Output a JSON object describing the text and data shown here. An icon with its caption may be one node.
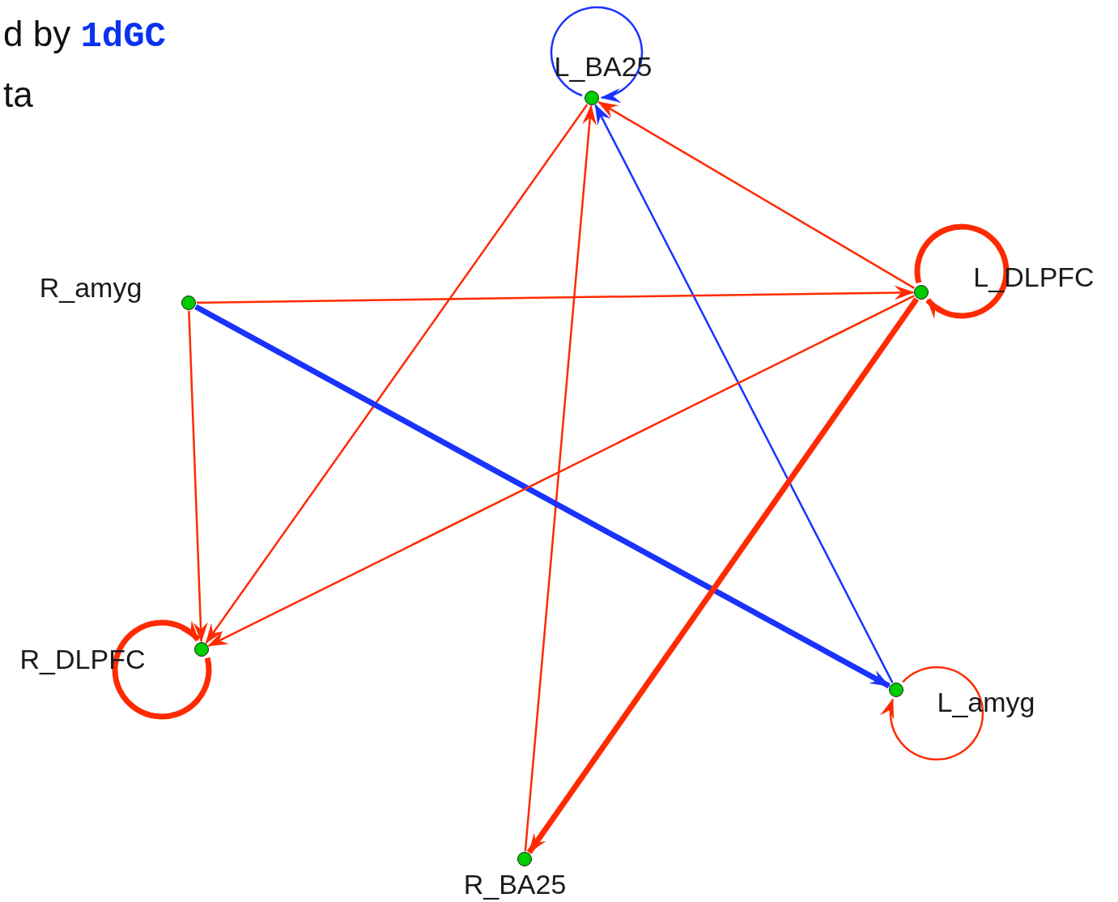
{
  "diagram": {
    "nodes": [
      {
        "text": [],
        "shape": "circle",
        "beside": [
          "L_BA25"
        ]
      },
      {
        "text": [],
        "shape": "circle",
        "beside": [
          "R_amyg"
        ]
      },
      {
        "text": [],
        "shape": "circle",
        "beside": [
          "L_DLPFC"
        ]
      },
      {
        "text": [],
        "shape": "circle",
        "beside": [
          "R_DLPFC"
        ]
      },
      {
        "text": [],
        "shape": "circle",
        "beside": [
          "L_amyg"
        ]
      },
      {
        "text": [],
        "shape": "circle",
        "beside": [
          "R_BA25"
        ]
      }
    ],
    "edges": [
      {
        "from": 0,
        "to": 0,
        "arrow": "to",
        "color": "#1a33ff"
      },
      {
        "from": 2,
        "to": 0,
        "arrow": "to"
      },
      {
        "from": 0,
        "to": 3,
        "arrow": "to"
      },
      {
        "from": 5,
        "to": 0,
        "arrow": "to"
      },
      {
        "from": 4,
        "to": 0,
        "arrow": "to",
        "color": "#1a33ff"
      },
      {
        "from": 1,
        "to": 2,
        "arrow": "to"
      },
      {
        "from": 1,
        "to": 3,
        "arrow": "to"
      },
      {
        "from": 1,
        "to": 4,
        "arrow": "to",
        "style": "thick",
        "color": "#1a33ff"
      },
      {
        "from": 2,
        "to": 2,
        "arrow": "to",
        "style": "thick"
      },
      {
        "from": 2,
        "to": 3,
        "arrow": "to"
      },
      {
        "from": 2,
        "to": 5,
        "arrow": "to",
        "style": "thick"
      },
      {
        "from": 3,
        "to": 3,
        "arrow": "to",
        "style": "thick"
      },
      {
        "from": 4,
        "to": 4,
        "arrow": "to"
      }
    ],
    "labels": [
      "d by **1dGC**",
      "ta"
    ]
  }
}
